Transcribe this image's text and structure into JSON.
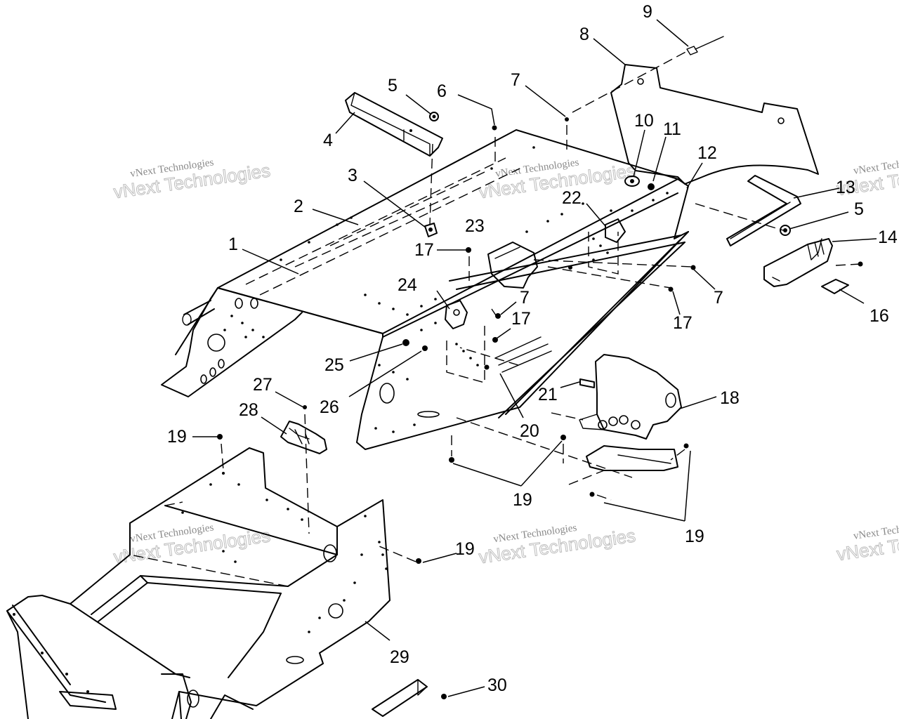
{
  "diagram": {
    "callouts": {
      "c1": "1",
      "c2": "2",
      "c3": "3",
      "c4": "4",
      "c5a": "5",
      "c5b": "5",
      "c6": "6",
      "c7a": "7",
      "c7b": "7",
      "c7c": "7",
      "c8": "8",
      "c9": "9",
      "c10": "10",
      "c11": "11",
      "c12": "12",
      "c13": "13",
      "c14": "14",
      "c16": "16",
      "c17a": "17",
      "c17b": "17",
      "c17c": "17",
      "c18": "18",
      "c19a": "19",
      "c19b": "19",
      "c19c": "19",
      "c19d": "19",
      "c20": "20",
      "c21": "21",
      "c22": "22",
      "c23": "23",
      "c24": "24",
      "c25": "25",
      "c26": "26",
      "c27": "27",
      "c28": "28",
      "c29": "29",
      "c30": "30"
    },
    "watermarks": {
      "w1_small": "vNext Technologies",
      "w1_big": "vNext Technologies",
      "w2_small": "vNext Technologies",
      "w2_big": "vNext Technologies",
      "w3_small": "vNext Technologies",
      "w3_big": "vNext Technologies",
      "w4_small": "vNext Technologies",
      "w4_big": "vNext Technologies",
      "w5_small": "vNext Technologies",
      "w5_big": "vNext Technologies",
      "w6_small": "vNext Technologies",
      "w6_big": "vNext Technologies"
    }
  }
}
